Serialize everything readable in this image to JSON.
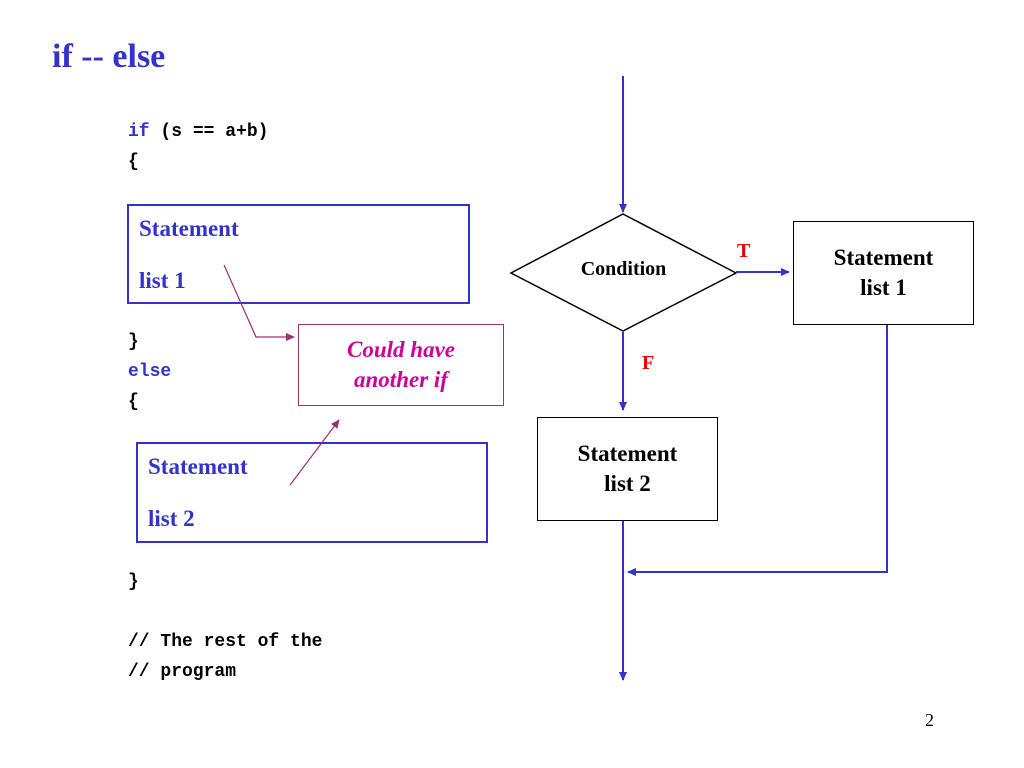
{
  "title": "if -- else",
  "code": {
    "if_keyword": "if",
    "if_condition": " (s == a+b)",
    "open_brace_1": "{",
    "close_brace_1": "}",
    "else_keyword": "else",
    "open_brace_2": "{",
    "close_brace_2": "}",
    "comment_1": "// The rest of the",
    "comment_2": "// program"
  },
  "code_boxes": {
    "stmt1_line1": "Statement",
    "stmt1_line2": "list 1",
    "stmt2_line1": "Statement",
    "stmt2_line2": "list 2"
  },
  "callout": {
    "line1": "Could have",
    "line2": "another if"
  },
  "flowchart": {
    "condition": "Condition",
    "true_label": "T",
    "false_label": "F",
    "stmt1_line1": "Statement",
    "stmt1_line2": "list 1",
    "stmt2_line1": "Statement",
    "stmt2_line2": "list 2"
  },
  "page_number": "2",
  "colors": {
    "accent": "#3333cc",
    "callout": "#cc0099",
    "branch_label": "#ee0000"
  }
}
